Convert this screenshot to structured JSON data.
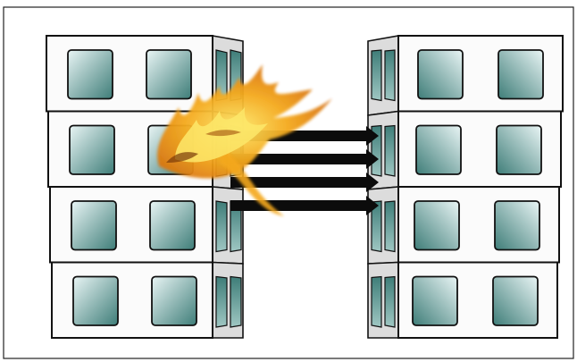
{
  "colors": {
    "frame": "#222222",
    "building_face": "#fbfbfb",
    "building_side": "#dcdcdc",
    "outline": "#111111",
    "window_light": "#e9f5f5",
    "window_dark": "#3e7d78",
    "arrow": "#0c0c0c",
    "flame_outer": "#d46a0c",
    "flame_mid": "#f4a81c",
    "flame_inner": "#fde86a"
  },
  "left_building": {
    "floors": 4,
    "windows_per_floor": 2,
    "side_windows_per_floor": 2,
    "fire_floors": [
      1,
      2
    ]
  },
  "right_building": {
    "floors": 4,
    "windows_per_floor": 2,
    "side_windows_per_floor": 2
  },
  "heat_arrows": {
    "count": 4,
    "direction": "left-to-right"
  }
}
